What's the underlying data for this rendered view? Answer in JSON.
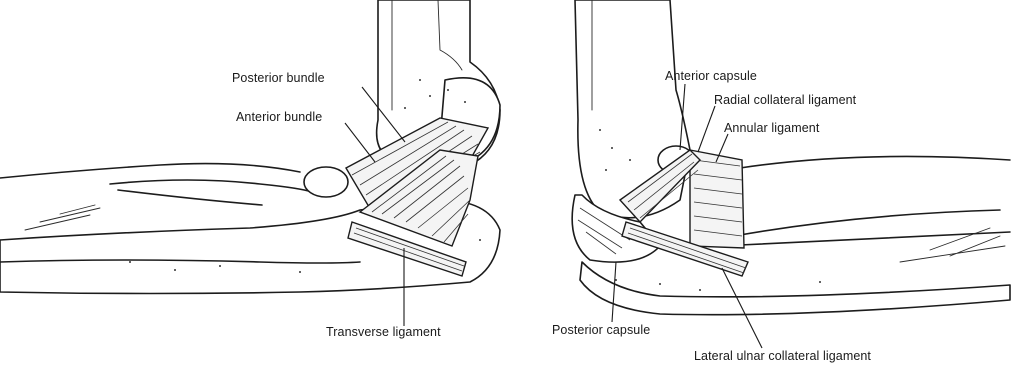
{
  "medial_view": {
    "labels": {
      "posterior_bundle": "Posterior bundle",
      "anterior_bundle": "Anterior bundle",
      "transverse_ligament": "Transverse ligament"
    }
  },
  "lateral_view": {
    "labels": {
      "anterior_capsule": "Anterior capsule",
      "radial_collateral_ligament": "Radial collateral ligament",
      "annular_ligament": "Annular ligament",
      "posterior_capsule": "Posterior capsule",
      "lateral_ulnar_collateral_ligament": "Lateral ulnar collateral ligament"
    }
  },
  "colors": {
    "ink": "#1c1c1c",
    "background": "#ffffff"
  }
}
